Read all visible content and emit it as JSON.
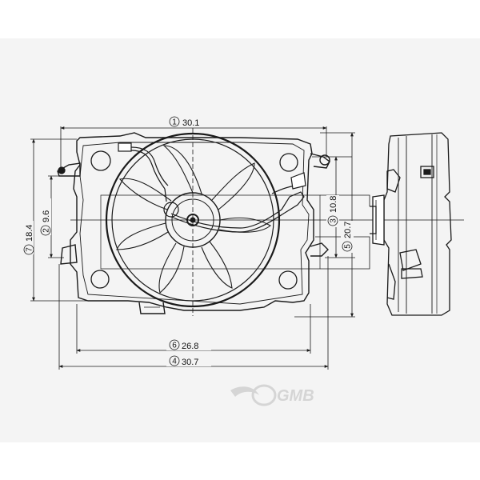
{
  "colors": {
    "background": "#f4f4f4",
    "line": "#1a1a1a",
    "watermark": "#d2d2d2"
  },
  "dimensions": [
    {
      "number": "1",
      "value": "30.1"
    },
    {
      "number": "2",
      "value": "9.6"
    },
    {
      "number": "3",
      "value": "10.8"
    },
    {
      "number": "5",
      "value": "20.7"
    },
    {
      "number": "6",
      "value": "26.8"
    },
    {
      "number": "4",
      "value": "30.7"
    },
    {
      "number": "7",
      "value": "18.4"
    }
  ],
  "watermark": {
    "text": "GMB"
  }
}
